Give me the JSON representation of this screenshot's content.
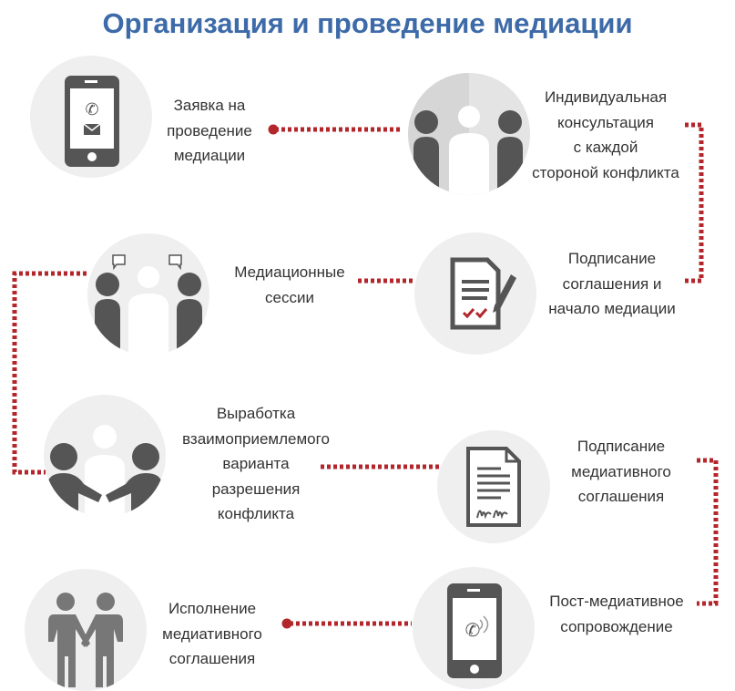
{
  "title": "Организация и проведение медиации",
  "colors": {
    "title": "#3d6aa8",
    "connector": "#b3262c",
    "icon": "#555555",
    "circle": "#efefef"
  },
  "steps": [
    {
      "icon": "smartphone-message-icon",
      "lines": [
        "Заявка на",
        "проведение",
        "медиации"
      ]
    },
    {
      "icon": "individual-consultation-icon",
      "lines": [
        "Индивидуальная",
        "консультация",
        "с каждой",
        "стороной конфликта"
      ]
    },
    {
      "icon": "contract-signing-icon",
      "lines": [
        "Подписание",
        "соглашения и",
        "начало медиации"
      ]
    },
    {
      "icon": "mediation-sessions-icon",
      "lines": [
        "Медиационные",
        "сессии"
      ]
    },
    {
      "icon": "handshake-agreement-icon",
      "lines": [
        "Выработка",
        "взаимоприемлемого",
        "варианта",
        "разрешения",
        "конфликта"
      ]
    },
    {
      "icon": "signed-document-icon",
      "lines": [
        "Подписание",
        "медиативного",
        "соглашения"
      ]
    },
    {
      "icon": "phone-call-icon",
      "lines": [
        "Пост-медиативное",
        "сопровождение"
      ]
    },
    {
      "icon": "people-handshake-icon",
      "lines": [
        "Исполнение",
        "медиативного",
        "соглашения"
      ]
    }
  ]
}
